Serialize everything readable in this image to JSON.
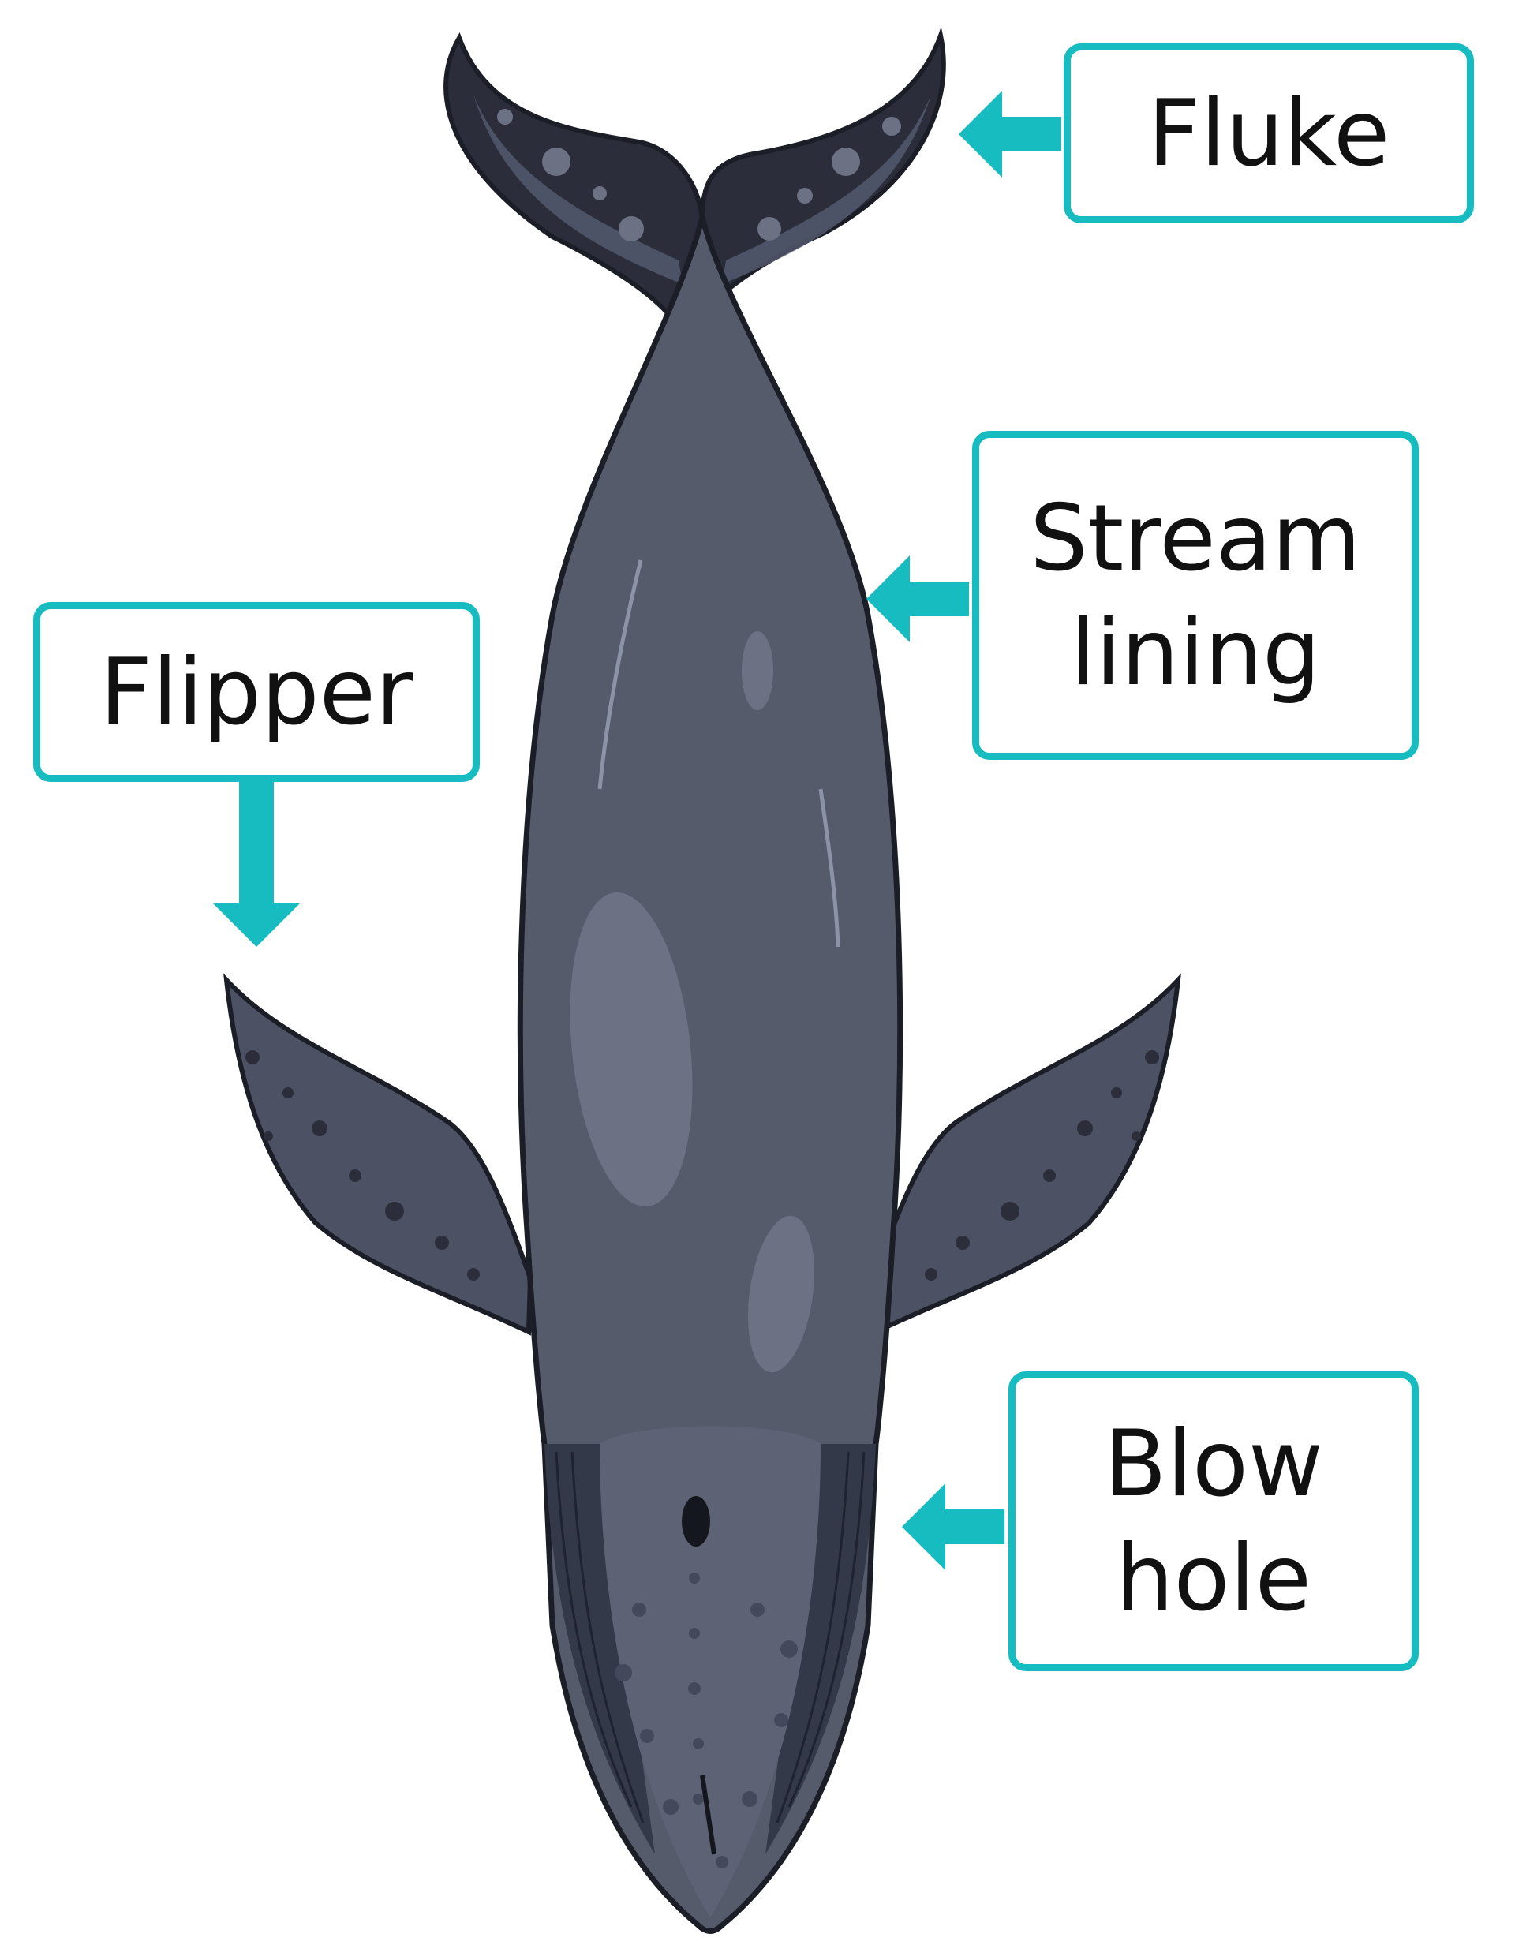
{
  "colors": {
    "accent": "#16bcc0",
    "whale_body": "#565b6c",
    "whale_dark": "#2b2e3a",
    "whale_highlight": "#6c7284",
    "whale_outline": "#1c1e27"
  },
  "labels": {
    "fluke": "Fluke",
    "streamlining": "Stream\nlining",
    "flipper": "Flipper",
    "blowhole": "Blow\nhole"
  }
}
